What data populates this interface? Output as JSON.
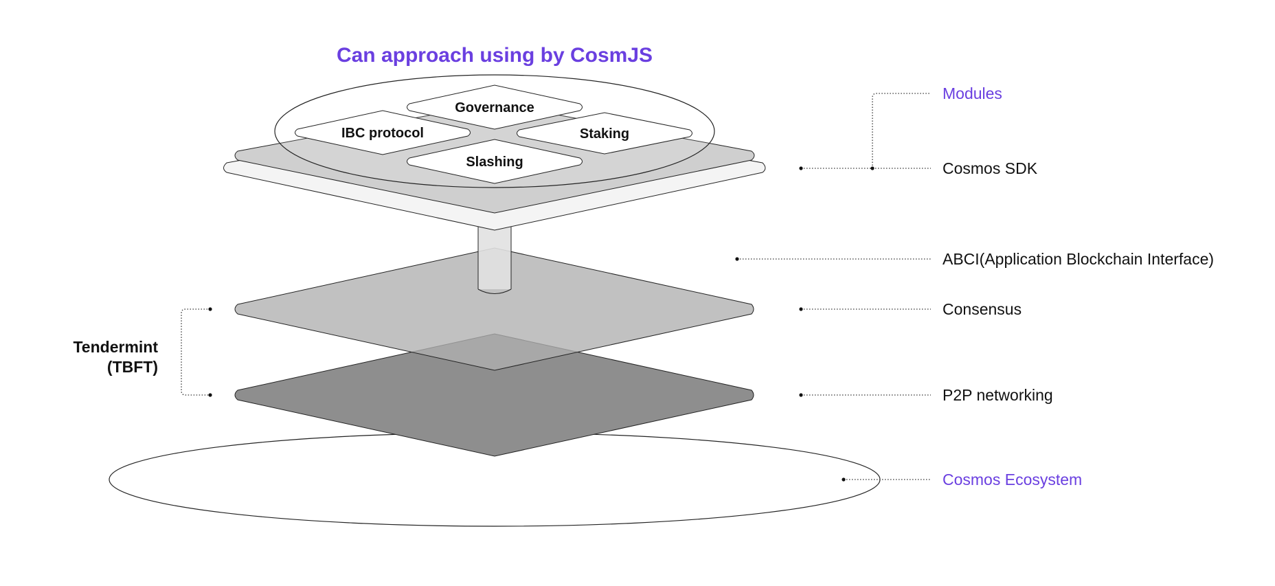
{
  "title": "Can approach using by CosmJS",
  "modules": {
    "governance": "Governance",
    "ibc": "IBC protocol",
    "staking": "Staking",
    "slashing": "Slashing"
  },
  "labels": {
    "modules": "Modules",
    "cosmos_sdk": "Cosmos SDK",
    "abci": "ABCI(Application Blockchain Interface)",
    "consensus": "Consensus",
    "p2p": "P2P networking",
    "ecosystem": "Cosmos Ecosystem"
  },
  "tendermint": {
    "line1": "Tendermint",
    "line2": "(TBFT)"
  },
  "colors": {
    "accent": "#6a3fe0",
    "text": "#111111",
    "sdk_top": "#cfcfcf",
    "sdk_base": "#f4f4f4",
    "consensus": "#c4c4c4",
    "p2p": "#8e8e8e"
  }
}
